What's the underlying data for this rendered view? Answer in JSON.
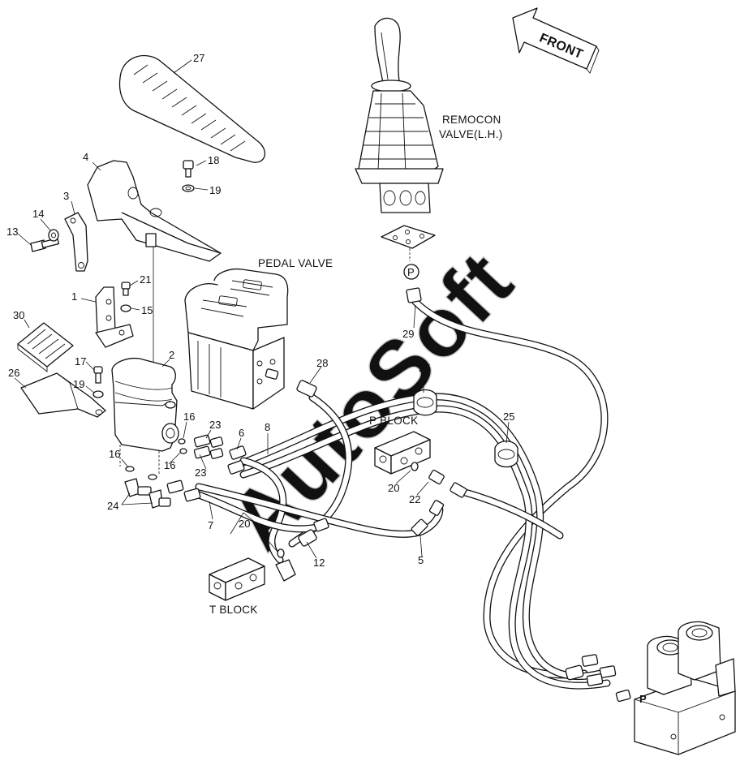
{
  "labels": {
    "front": "FRONT",
    "remocon_line1": "REMOCON",
    "remocon_line2": "VALVE(L.H.)",
    "pedal_valve": "PEDAL VALVE",
    "p_block": "P BLOCK",
    "t_block": "T BLOCK",
    "port_p_circle": "P",
    "port_p_valve": "P"
  },
  "watermark": "AutoSoft",
  "callouts": [
    "27",
    "4",
    "18",
    "19",
    "3",
    "14",
    "13",
    "21",
    "1",
    "15",
    "30",
    "2",
    "17",
    "19",
    "26",
    "16",
    "23",
    "6",
    "8",
    "16",
    "16",
    "23",
    "24",
    "7",
    "20",
    "12",
    "28",
    "25",
    "25",
    "22",
    "20",
    "5",
    "29"
  ],
  "colors": {
    "line": "#111111",
    "watermark": "#c8c8c8",
    "background": "#ffffff"
  }
}
